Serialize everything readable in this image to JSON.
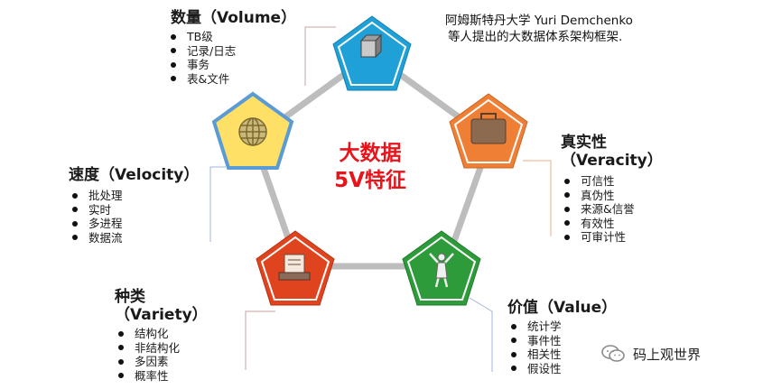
{
  "center": {
    "line1": "大数据",
    "line2": "5V特征"
  },
  "source": {
    "line1": "阿姆斯特丹大学 Yuri Demchenko",
    "line2": "等人提出的大数据体系架构框架."
  },
  "watermark": {
    "text": "码上观世界"
  },
  "nodes": {
    "volume": {
      "title": "数量（Volume）",
      "items": [
        "TB级",
        "记录/日志",
        "事务",
        "表&文件"
      ],
      "color": "#1fa0d6",
      "icon": "cube-icon"
    },
    "veracity": {
      "title": "真实性",
      "title2": "（Veracity）",
      "items": [
        "可信性",
        "真伪性",
        "来源&信誉",
        "有效性",
        "可审计性"
      ],
      "color": "#f07f36",
      "icon": "briefcase-icon"
    },
    "value": {
      "title": "价值（Value）",
      "items": [
        "统计学",
        "事件性",
        "相关性",
        "假设性"
      ],
      "color": "#2e9b3a",
      "icon": "person-icon"
    },
    "variety": {
      "title": "种类",
      "title2": "（Variety）",
      "items": [
        "结构化",
        "非结构化",
        "多因素",
        "概率性"
      ],
      "color": "#e0441f",
      "icon": "document-icon"
    },
    "velocity": {
      "title": "速度（Velocity）",
      "items": [
        "批处理",
        "实时",
        "多进程",
        "数据流"
      ],
      "color": "#5b9bd5",
      "icon": "globe-icon"
    }
  }
}
